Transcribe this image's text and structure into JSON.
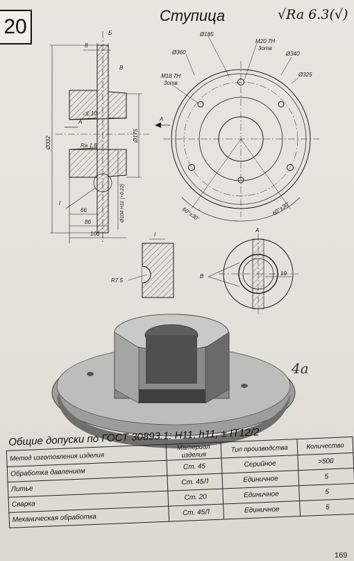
{
  "sheet": {
    "number": "20",
    "title": "Ступица",
    "roughness": "Ra 6.3",
    "roughness_symbol": "(√)",
    "page_number": "169",
    "handwritten_note": "4a"
  },
  "section_view": {
    "dims": {
      "width_8": "8",
      "label_b_top": "Б",
      "label_v": "В",
      "taper": "◁1:10",
      "label_a": "A",
      "dia_332": "Ø332",
      "dia_175": "Ø175",
      "ra_16": "Ra 1.6",
      "dia_104": "Ø104 H11 (+0.22)",
      "detail_i": "I",
      "len_66": "66",
      "len_86": "86",
      "len_106": "106"
    }
  },
  "end_view": {
    "dims": {
      "dia_185": "Ø185",
      "m20": "M20 7H",
      "m20_holes": "3отв",
      "dia_360": "Ø360",
      "dia_340": "Ø340",
      "m18": "M18 7H",
      "m18_holes": "3отв",
      "dia_325": "Ø325",
      "angle_left": "60°±30'",
      "angle_right": "60°±30'",
      "arrow_a": "A"
    }
  },
  "detail_view": {
    "label": "I",
    "radius": "R7.5"
  },
  "view_a": {
    "label": "A",
    "arrow_b": "B",
    "dim_19": "19"
  },
  "tolerances": {
    "general": "Общие допуски по ГОСТ 30893.1: H11, h11, ± IT12/2",
    "headers": [
      "Метод изготовления изделия",
      "Материал изделия",
      "Тип производства",
      "Количество"
    ],
    "rows": [
      {
        "method": "Обработка давлением",
        "material": "Ст. 45",
        "production": "Серийное",
        "qty": ">500"
      },
      {
        "method": "Литье",
        "material": "Ст. 45Л",
        "production": "Единичное",
        "qty": "5"
      },
      {
        "method": "Сварка",
        "material": "Ст. 20",
        "production": "Единичное",
        "qty": "5"
      },
      {
        "method": "Механическая обработка",
        "material": "Ст. 45Л",
        "production": "Единичное",
        "qty": "5"
      }
    ]
  }
}
